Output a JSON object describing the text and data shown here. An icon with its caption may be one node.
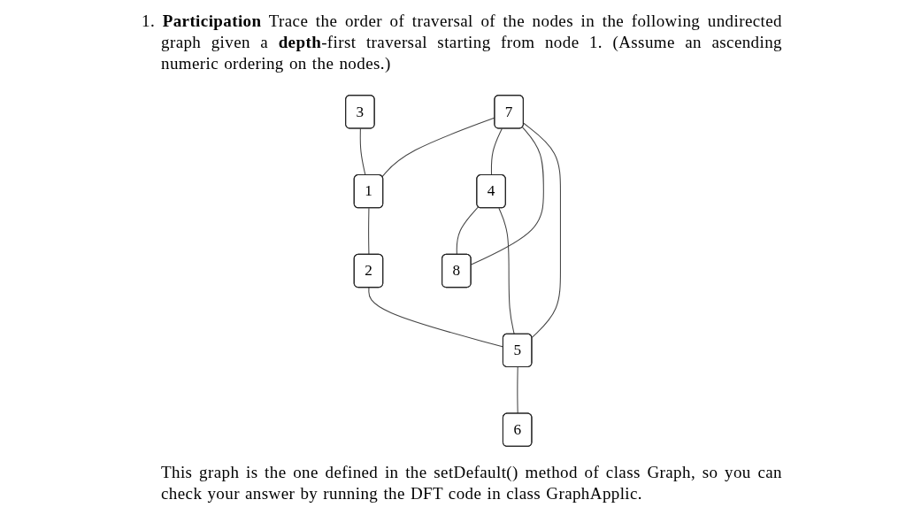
{
  "diagram": {
    "title": "1. **Participation** Trace the order of traversal of the nodes in the following undirected graph given a **depth**-first traversal starting from node 1. (Assume an ascending numeric ordering on the nodes.)",
    "caption": "This graph is the one defined in the setDefault() method of class Graph, so you can check your answer by running the DFT code in class GraphApplic.",
    "nodes": [
      {
        "text": [
          "3"
        ]
      },
      {
        "text": [
          "1"
        ]
      },
      {
        "text": [
          "7"
        ]
      },
      {
        "text": [
          "2"
        ]
      },
      {
        "text": [
          "4"
        ]
      },
      {
        "text": [
          "8"
        ]
      },
      {
        "text": [
          "5"
        ]
      },
      {
        "text": [
          "6"
        ]
      }
    ],
    "edges": [
      {
        "from": 0,
        "to": 1,
        "arrow": "none"
      },
      {
        "from": 2,
        "to": 1,
        "arrow": "none"
      },
      {
        "from": 1,
        "to": 3,
        "arrow": "none"
      },
      {
        "from": 2,
        "to": 4,
        "arrow": "none"
      },
      {
        "from": 2,
        "to": 5,
        "arrow": "none"
      },
      {
        "from": 2,
        "to": 6,
        "arrow": "none"
      },
      {
        "from": 4,
        "to": 5,
        "arrow": "none"
      },
      {
        "from": 3,
        "to": 6,
        "arrow": "none"
      },
      {
        "from": 4,
        "to": 6,
        "arrow": "none"
      },
      {
        "from": 6,
        "to": 7,
        "arrow": "none"
      }
    ]
  }
}
